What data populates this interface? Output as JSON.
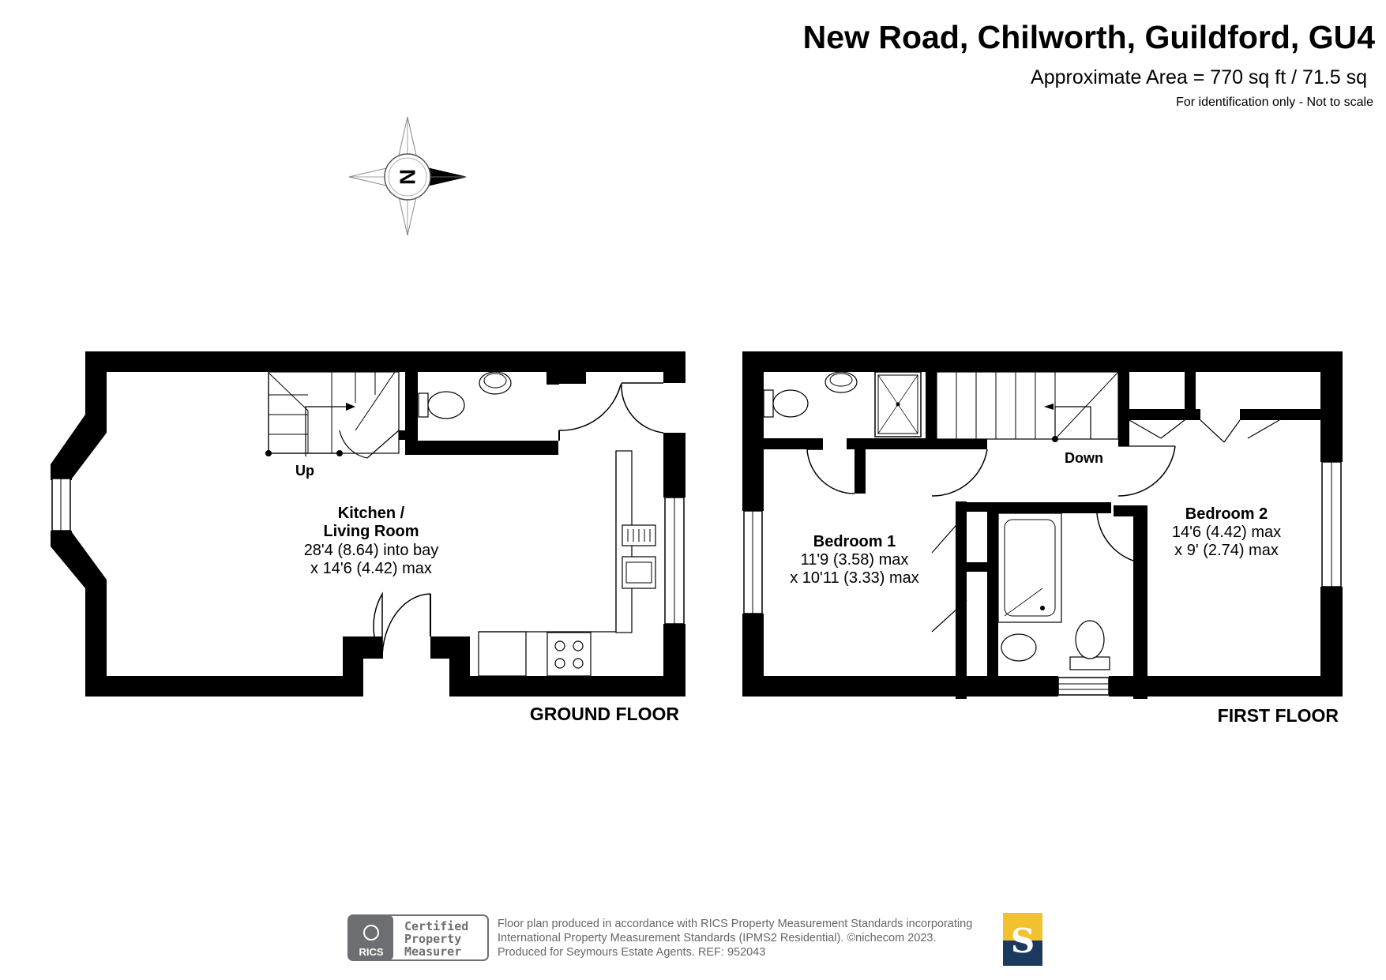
{
  "header": {
    "title": "New Road, Chilworth, Guildford, GU4",
    "area": "Approximate Area = 770 sq ft / 71.5 sq",
    "disclaimer": "For identification only - Not to scale"
  },
  "compass": {
    "label": "N"
  },
  "ground_floor": {
    "label": "GROUND FLOOR",
    "stairs_label": "Up",
    "rooms": [
      {
        "name_line1": "Kitchen /",
        "name_line2": "Living Room",
        "dim1": "28'4 (8.64) into bay",
        "dim2": "x 14'6 (4.42) max"
      }
    ]
  },
  "first_floor": {
    "label": "FIRST FLOOR",
    "stairs_label": "Down",
    "rooms": [
      {
        "name": "Bedroom 1",
        "dim1": "11'9 (3.58) max",
        "dim2": "x 10'11 (3.33) max"
      },
      {
        "name": "Bedroom 2",
        "dim1": "14'6 (4.42) max",
        "dim2": "x 9' (2.74) max"
      }
    ]
  },
  "footer": {
    "badge_logo": "RICS",
    "badge_line1": "Certified",
    "badge_line2": "Property",
    "badge_line3": "Measurer",
    "line1": "Floor plan produced in accordance with RICS Property Measurement Standards incorporating",
    "line2": "International Property Measurement Standards (IPMS2 Residential).   ©nichecom 2023.",
    "line3": "Produced for Seymours Estate Agents.   REF:  952043",
    "agent_logo_letter": "S",
    "colors": {
      "agent_yellow": "#f2c12e",
      "agent_navy": "#1c3a5e",
      "badge_grey": "#6d6e71"
    }
  }
}
